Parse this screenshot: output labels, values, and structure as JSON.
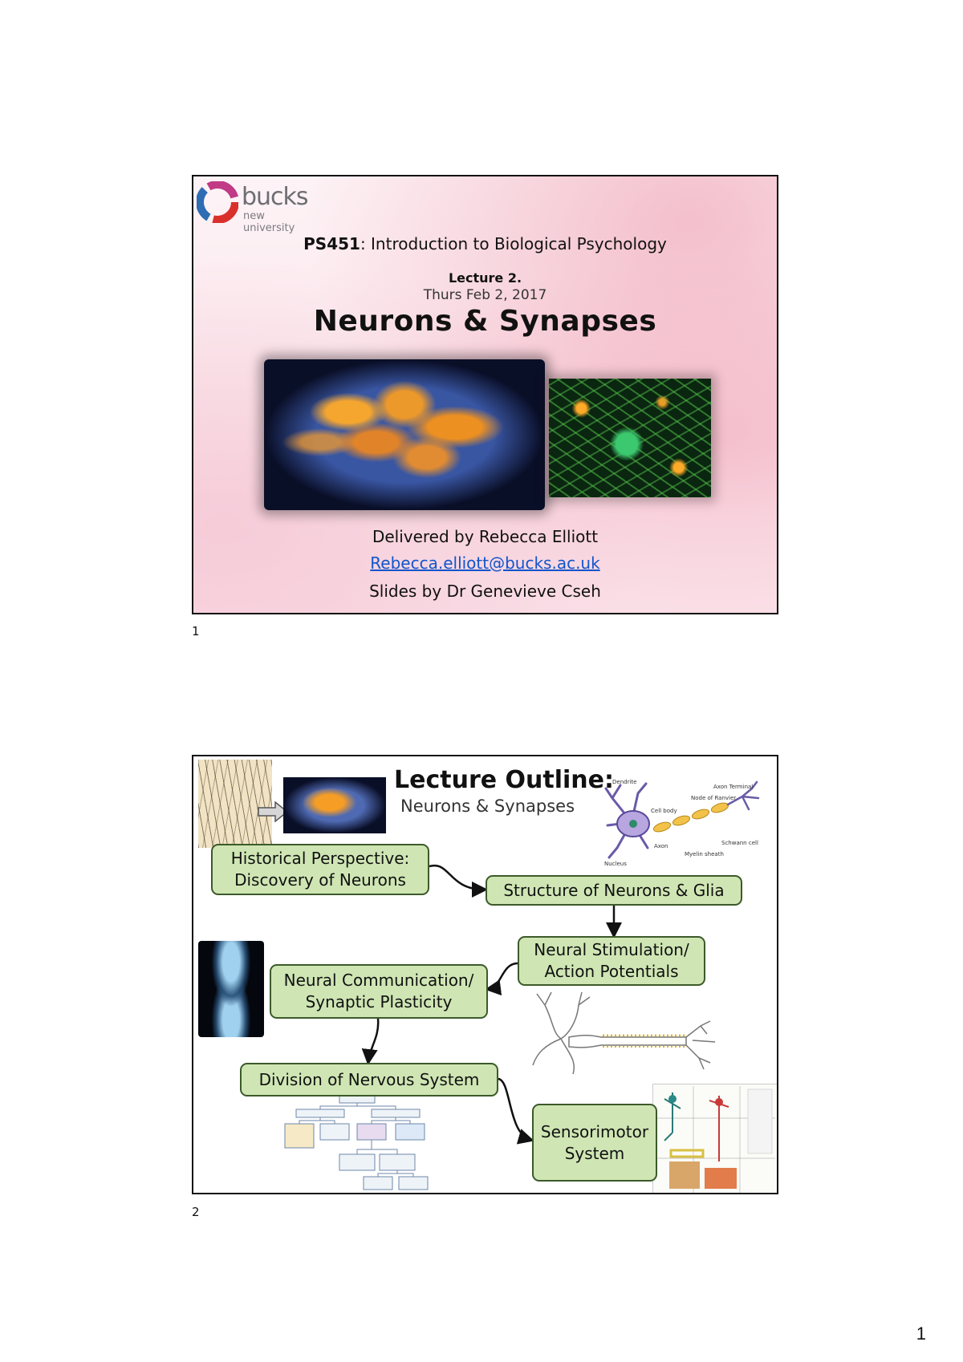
{
  "slide1": {
    "logo": {
      "word": "bucks",
      "sub": "new university"
    },
    "course_code": "PS451",
    "course_rest": ": Introduction to Biological Psychology",
    "lecture_number": "Lecture 2.",
    "lecture_date": "Thurs Feb 2, 2017",
    "title": "Neurons & Synapses",
    "delivered_by": "Delivered by Rebecca Elliott",
    "email": "Rebecca.elliott@bucks.ac.uk",
    "credits": "Slides by Dr Genevieve Cseh",
    "number": "1"
  },
  "slide2": {
    "title": "Lecture Outline:",
    "subtitle": "Neurons & Synapses",
    "boxes": {
      "historical": [
        "Historical Perspective:",
        "Discovery of Neurons"
      ],
      "structure": [
        "Structure of Neurons & Glia"
      ],
      "stimulation": [
        "Neural Stimulation/",
        "Action Potentials"
      ],
      "communication": [
        "Neural Communication/",
        "Synaptic Plasticity"
      ],
      "division": [
        "Division of Nervous System"
      ],
      "sensorimotor": [
        "Sensorimotor",
        "System"
      ]
    },
    "neuron_labels": {
      "dendrite": "Dendrite",
      "cell_body": "Cell body",
      "node": "Node of Ranvier",
      "axon_terminal": "Axon Terminal",
      "axon": "Axon",
      "schwann": "Schwann cell",
      "myelin": "Myelin sheath",
      "nucleus": "Nucleus"
    },
    "number": "2"
  },
  "page_number": "1"
}
